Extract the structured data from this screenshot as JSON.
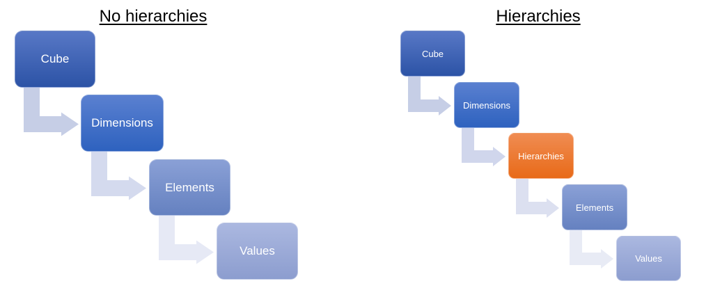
{
  "left": {
    "title": "No hierarchies",
    "boxes": [
      "Cube",
      "Dimensions",
      "Elements",
      "Values"
    ]
  },
  "right": {
    "title": "Hierarchies",
    "boxes": [
      "Cube",
      "Dimensions",
      "Hierarchies",
      "Elements",
      "Values"
    ]
  },
  "colors": {
    "highlight": "#ed7d31",
    "primary": "#4472c4"
  }
}
